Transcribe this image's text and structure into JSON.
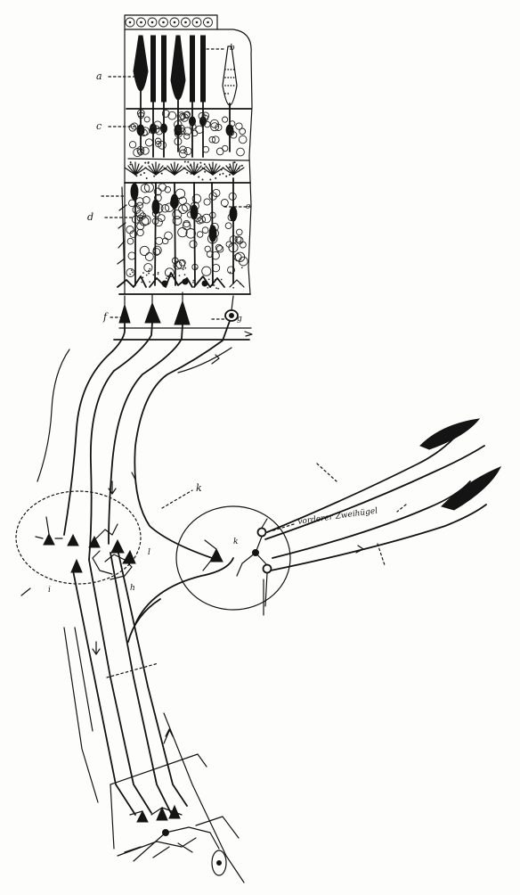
{
  "labels": {
    "a": "a",
    "b": "b",
    "c": "c",
    "d": "d",
    "e": "e",
    "f": "f",
    "g": "g",
    "h": "h",
    "i": "i",
    "k_top": "k",
    "k_inner": "k",
    "l": "l",
    "zweihuegel": "vorderer Zweihügel"
  }
}
